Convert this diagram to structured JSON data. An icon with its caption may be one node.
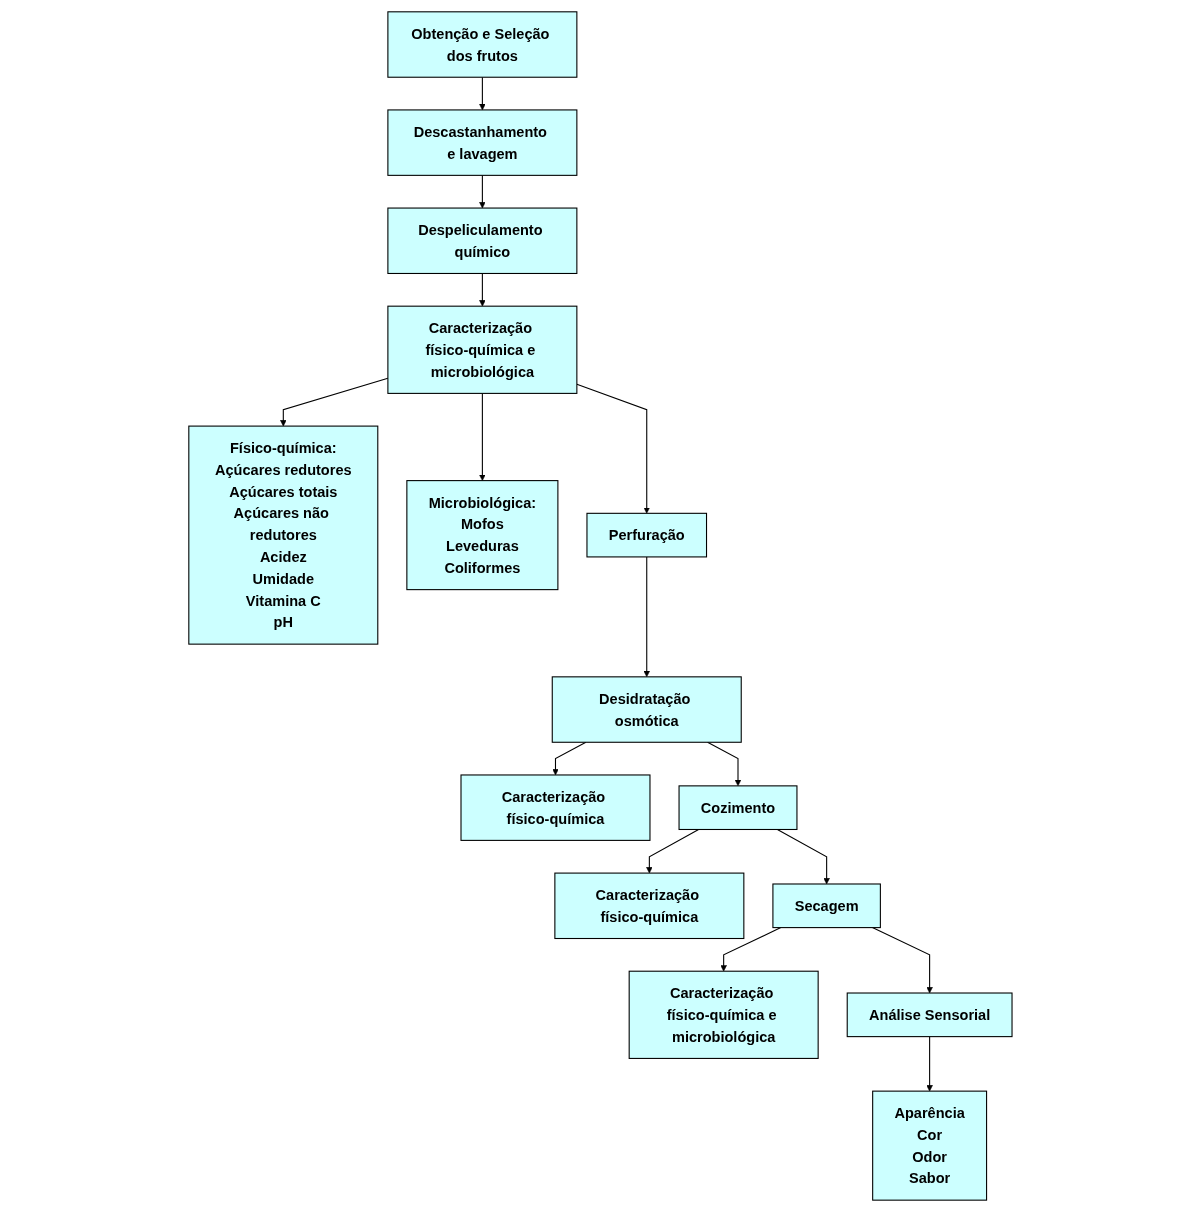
{
  "diagram": {
    "nodes": [
      {
        "text": [
          "Obtenção e Seleção dos frutos"
        ]
      },
      {
        "text": [
          "Descastanhamento e lavagem"
        ]
      },
      {
        "text": [
          "Despeliculamento químico"
        ]
      },
      {
        "text": [
          "Caracterização físico-química e microbiológica"
        ]
      },
      {
        "text": [
          "Físico-química:",
          "Açúcares redutores",
          "Açúcares totais",
          "Açúcares não redutores",
          "Acidez",
          "Umidade",
          "Vitamina C",
          "pH"
        ]
      },
      {
        "text": [
          "Microbiológica:",
          "Mofos",
          "Leveduras",
          "Coliformes"
        ]
      },
      {
        "text": [
          "Perfuração"
        ]
      },
      {
        "text": [
          "Desidratação osmótica"
        ]
      },
      {
        "text": [
          "Caracterização físico-química"
        ]
      },
      {
        "text": [
          "Cozimento"
        ]
      },
      {
        "text": [
          "Caracterização físico-química"
        ]
      },
      {
        "text": [
          "Secagem"
        ]
      },
      {
        "text": [
          "Caracterização físico-química e microbiológica"
        ]
      },
      {
        "text": [
          "Análise Sensorial"
        ]
      },
      {
        "text": [
          "Aparência",
          "Cor",
          "Odor",
          "Sabor"
        ]
      }
    ],
    "edges": [
      {
        "from": 0,
        "to": 1,
        "arrow": "to"
      },
      {
        "from": 1,
        "to": 2,
        "arrow": "to"
      },
      {
        "from": 2,
        "to": 3,
        "arrow": "to"
      },
      {
        "from": 3,
        "to": 4,
        "arrow": "to"
      },
      {
        "from": 3,
        "to": 5,
        "arrow": "to"
      },
      {
        "from": 3,
        "to": 6,
        "arrow": "to"
      },
      {
        "from": 6,
        "to": 7,
        "arrow": "to"
      },
      {
        "from": 7,
        "to": 9,
        "arrow": "to"
      },
      {
        "from": 7,
        "to": 8,
        "arrow": "to"
      },
      {
        "from": 9,
        "to": 11,
        "arrow": "to"
      },
      {
        "from": 9,
        "to": 10,
        "arrow": "to"
      },
      {
        "from": 11,
        "to": 13,
        "arrow": "to"
      },
      {
        "from": 11,
        "to": 12,
        "arrow": "to"
      },
      {
        "from": 13,
        "to": 14,
        "arrow": "to"
      }
    ]
  }
}
